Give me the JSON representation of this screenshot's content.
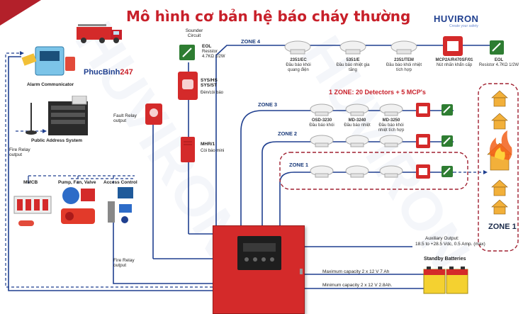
{
  "title": "Mô hình cơ bản hệ báo cháy thường",
  "brand": {
    "name": "HUVIRON",
    "tagline": "Create your safety",
    "color": "#1f3f8f"
  },
  "colors": {
    "accent_red": "#c8202a",
    "line_blue": "#1f3f8f",
    "panel_red": "#d42a2a",
    "dash_red": "#a02030"
  },
  "watermark": "HUVIRON",
  "phucbinh": {
    "name": "PhucBinh",
    "suffix": "247"
  },
  "left_devices": {
    "alarm_communicator": "Alarm Communicator",
    "public_address": "Public Address System",
    "fire_relay_output_top": "Fire Relay output",
    "mmcb": "MMCB",
    "pump_fan_valve": "Pump, Fan, Valve",
    "access_control": "Access Control",
    "fire_relay_output_bottom": "Fire Relay output"
  },
  "fault_relay": "Fault Relay output",
  "sounder": {
    "label": "Sounder Circuit",
    "eol": "EOL",
    "resistor": "Resistor 4.7KΩ 1/2W"
  },
  "sys_hs": {
    "code": "SYS/HS SYS/ST",
    "desc": "Đèn/còi báo"
  },
  "mhr": {
    "code": "MHR/1",
    "desc": "Còi báo mini"
  },
  "zone4": {
    "label": "ZONE 4",
    "devices": [
      {
        "code": "2351/EC",
        "desc": "Đầu báo khói quang điện"
      },
      {
        "code": "5351/E",
        "desc": "Đầu báo nhiệt gia tăng"
      },
      {
        "code": "2351/TEM",
        "desc": "Đầu báo khói nhiệt tích hợp"
      },
      {
        "code": "MCP2A/R470SF/01",
        "desc": "Nút nhấn khẩn cấp"
      },
      {
        "code": "EOL",
        "desc": "Resistor 4.7KΩ 1/2W"
      }
    ]
  },
  "zone_note": "1 ZONE: 20 Detectors + 5 MCP's",
  "zone3": {
    "label": "ZONE 3",
    "devices": [
      {
        "code": "OSD-3230",
        "desc": "Đầu báo khói"
      },
      {
        "code": "MD-3240",
        "desc": "Đầu báo nhiệt"
      },
      {
        "code": "MD-3250",
        "desc": "Đầu báo khói nhiệt tích hợp"
      }
    ]
  },
  "zone2": {
    "label": "ZONE 2"
  },
  "zone1": {
    "label": "ZONE 1"
  },
  "house_zone": "ZONE 1",
  "aux": {
    "title": "Auxiliary Output:",
    "value": "18.5 to +28.5 Vdc, 0.5 Amp. (max)"
  },
  "standby": "Standby Batteries",
  "capacity_max": "Maximum capacity 2 x 12 V 7 Ah",
  "capacity_min": "Minimum capacity 2 x 12 V 2.8Ah."
}
